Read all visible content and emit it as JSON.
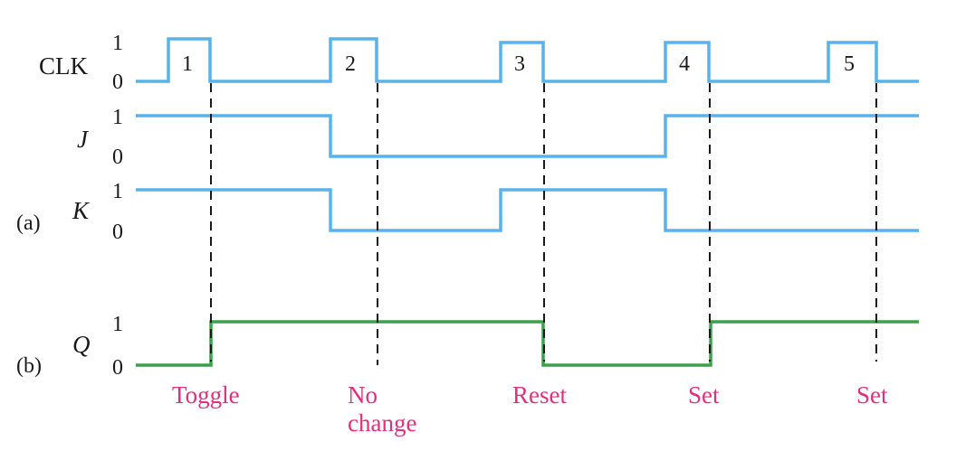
{
  "part_labels": {
    "a": "(a)",
    "b": "(b)"
  },
  "colors": {
    "input_wave": "#58b2ec",
    "output_wave": "#3aa14a",
    "annotation": "#e0307e",
    "text": "#1a1a1a",
    "guide": "#1a1a1a"
  },
  "signals": {
    "clk": {
      "name": "CLK",
      "high": "1",
      "low": "0",
      "pulses": [
        "1",
        "2",
        "3",
        "4",
        "5"
      ]
    },
    "j": {
      "name": "J",
      "high": "1",
      "low": "0"
    },
    "k": {
      "name": "K",
      "high": "1",
      "low": "0"
    },
    "q": {
      "name": "Q",
      "high": "1",
      "low": "0"
    }
  },
  "annotations": [
    {
      "line1": "Toggle",
      "line2": ""
    },
    {
      "line1": "No",
      "line2": "change"
    },
    {
      "line1": "Reset",
      "line2": ""
    },
    {
      "line1": "Set",
      "line2": ""
    },
    {
      "line1": "Set",
      "line2": ""
    }
  ]
}
